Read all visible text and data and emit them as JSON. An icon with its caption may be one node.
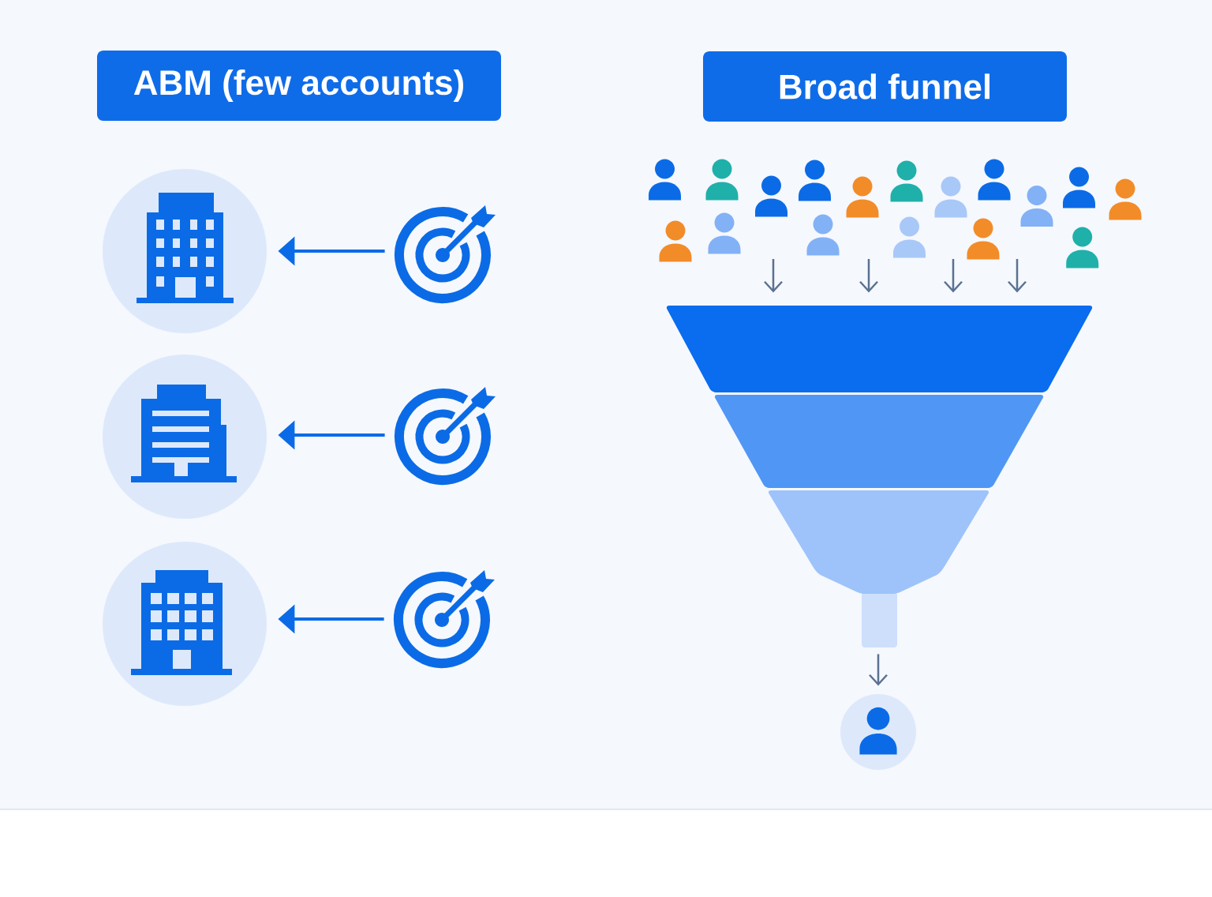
{
  "diagram": {
    "nodes": [
      {
        "text": [
          "ABM (few accounts)"
        ]
      },
      {
        "text": [
          "Broad funnel"
        ]
      },
      {
        "text": [],
        "shape": "picture"
      },
      {
        "text": [],
        "shape": "picture"
      },
      {
        "text": [],
        "shape": "picture"
      },
      {
        "text": [],
        "shape": "picture"
      },
      {
        "text": [],
        "shape": "picture"
      },
      {
        "text": [],
        "shape": "picture"
      },
      {
        "text": [],
        "shape": "funnel"
      },
      {
        "text": [],
        "shape": "person"
      }
    ],
    "edges": [
      {
        "from": 5,
        "to": 2,
        "arrow": "to",
        "color": "#0b6be6"
      },
      {
        "from": 6,
        "to": 3,
        "arrow": "to",
        "color": "#0b6be6"
      },
      {
        "from": 7,
        "to": 4,
        "arrow": "to",
        "color": "#0b6be6"
      },
      {
        "from": null,
        "to": 8,
        "arrow": "to"
      },
      {
        "from": null,
        "to": 8,
        "arrow": "to"
      },
      {
        "from": null,
        "to": 8,
        "arrow": "to"
      },
      {
        "from": null,
        "to": 8,
        "arrow": "to"
      },
      {
        "from": 8,
        "to": 9,
        "arrow": "to"
      }
    ]
  }
}
